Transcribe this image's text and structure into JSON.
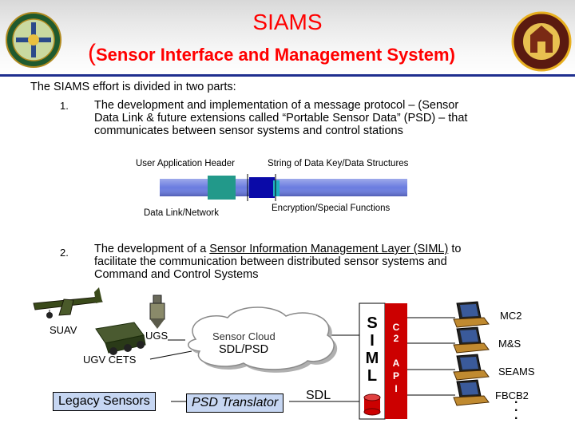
{
  "header": {
    "title": "SIAMS",
    "subtitle_open": "(",
    "subtitle": "Sensor Interface and Management System)"
  },
  "intro": "The SIAMS effort is divided in two parts:",
  "item1": {
    "num": "1.",
    "line1": "The development and implementation of a message protocol – (Sensor",
    "line2": "Data Link & future extensions called “Portable Sensor Data” (PSD) – that",
    "line3": "communicates between sensor systems and control stations"
  },
  "protocol": {
    "user_header": "User Application Header",
    "string_data": "String of Data Key/Data Structures",
    "data_link": "Data Link/Network",
    "encryption": "Encryption/Special Functions"
  },
  "item2": {
    "num": "2.",
    "line1_pre": "The development of a ",
    "line1_link": "Sensor Information Management Layer (SIML)",
    "line1_post": " to",
    "line2": "facilitate the communication between distributed sensor systems and",
    "line3": "Command and Control Systems"
  },
  "diagram": {
    "suav": "SUAV",
    "ugs": "UGS",
    "ugv": "UGV CETS",
    "cloud_title": "Sensor Cloud",
    "cloud_sub": "SDL/PSD",
    "legacy": "Legacy Sensors",
    "translator": "PSD Translator",
    "sdl": "SDL",
    "siml": [
      "S",
      "I",
      "M",
      "L"
    ],
    "c2": [
      "C",
      "2"
    ],
    "api": [
      "A",
      "P",
      "I"
    ],
    "stations": [
      "MC2",
      "M&S",
      "SEAMS",
      "FBCB2"
    ],
    "ellipsis": "."
  },
  "colors": {
    "title_red": "#ff0000",
    "rule_blue": "#1f2f8f",
    "protocol_blue": "#6a7ce0",
    "protocol_teal": "#22998a",
    "protocol_dark": "#0a0aa8"
  }
}
